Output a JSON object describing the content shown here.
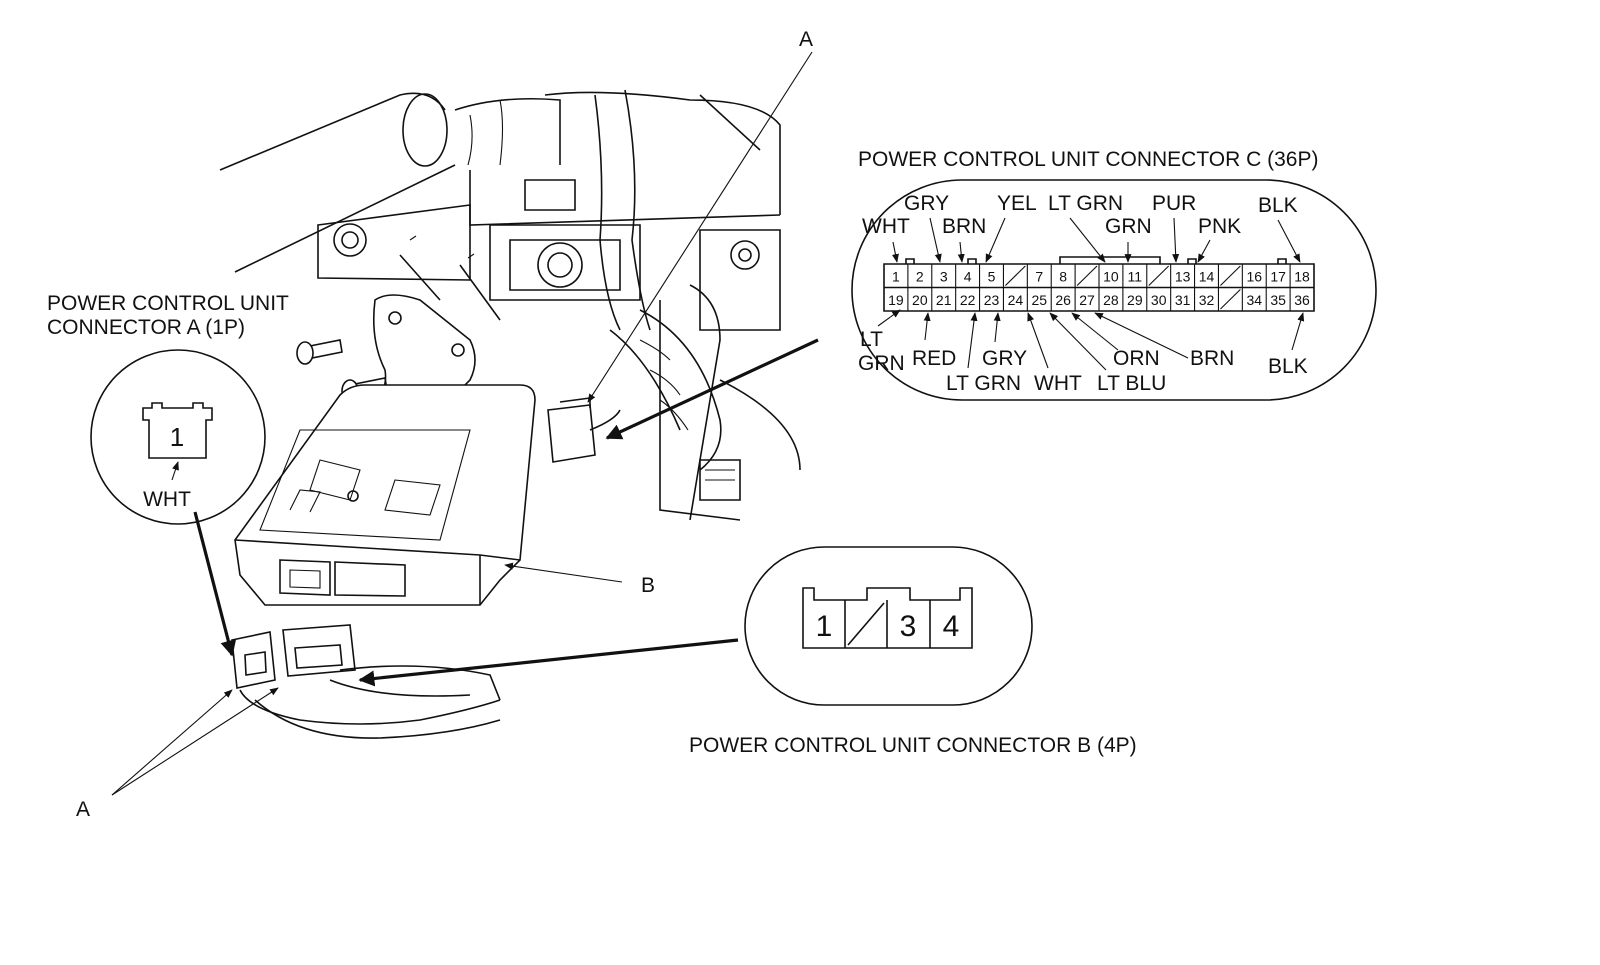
{
  "callouts": {
    "a_top": "A",
    "a_bottom": "A",
    "b": "B"
  },
  "connector_a": {
    "title_line1": "POWER CONTROL UNIT",
    "title_line2": "CONNECTOR A (1P)",
    "pin": "1",
    "wire": "WHT"
  },
  "connector_b": {
    "title": "POWER CONTROL UNIT CONNECTOR B (4P)",
    "pins": [
      "1",
      "",
      "3",
      "4"
    ]
  },
  "connector_c": {
    "title": "POWER CONTROL UNIT CONNECTOR C (36P)",
    "top_row": [
      "1",
      "2",
      "3",
      "4",
      "5",
      "",
      "7",
      "8",
      "",
      "10",
      "11",
      "",
      "13",
      "14",
      "",
      "16",
      "17",
      "18"
    ],
    "bottom_row": [
      "19",
      "20",
      "21",
      "22",
      "23",
      "24",
      "25",
      "26",
      "27",
      "28",
      "29",
      "30",
      "31",
      "32",
      "",
      "34",
      "35",
      "36"
    ],
    "wire_labels": {
      "wht": "WHT",
      "gry_top": "GRY",
      "brn_top": "BRN",
      "yel": "YEL",
      "lt_grn_top": "LT GRN",
      "grn": "GRN",
      "pur": "PUR",
      "pnk": "PNK",
      "blk_top": "BLK",
      "lt": "LT",
      "grn_low": "GRN",
      "red": "RED",
      "gry_low": "GRY",
      "lt_grn_low": "LT GRN",
      "wht_low": "WHT",
      "lt_blu": "LT BLU",
      "orn": "ORN",
      "brn_low": "BRN",
      "blk_low": "BLK"
    }
  }
}
